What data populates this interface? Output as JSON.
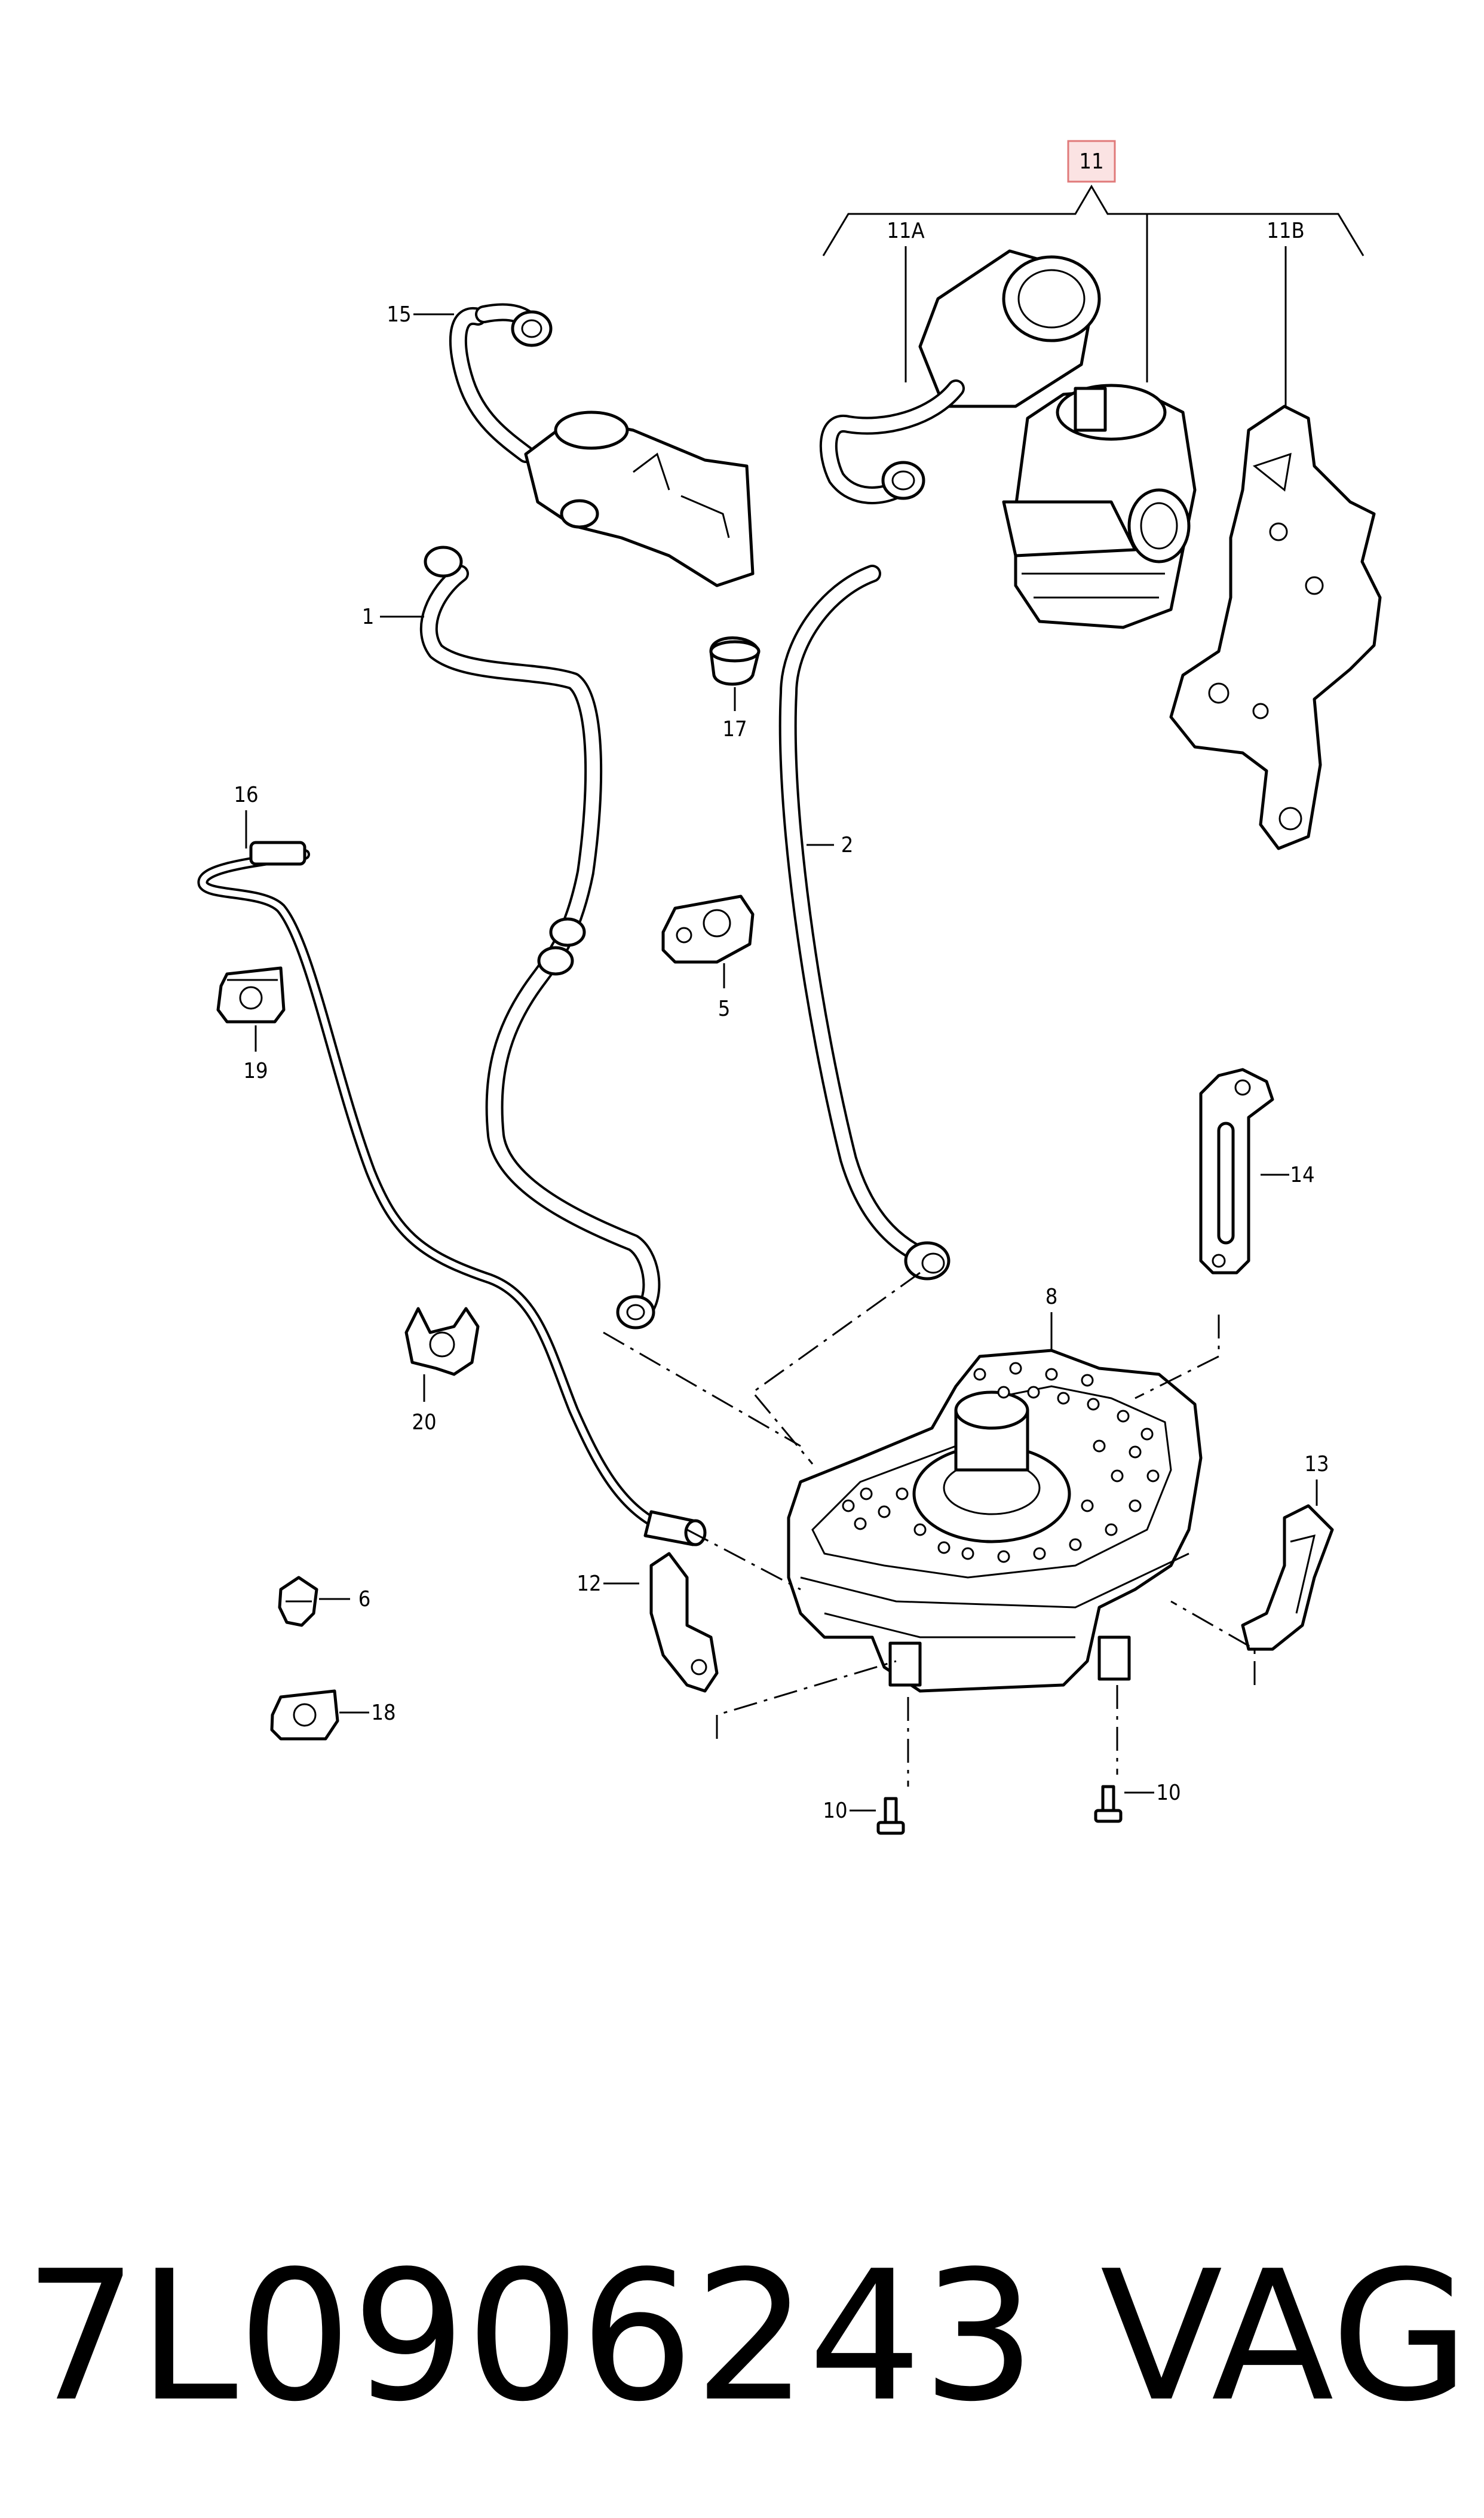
{
  "diagram": {
    "callouts": {
      "c11": "11",
      "c11a": "11A",
      "c11b": "11B",
      "c15": "15",
      "c1": "1",
      "c17": "17",
      "c2": "2",
      "c16": "16",
      "c19": "19",
      "c5": "5",
      "c14": "14",
      "c8": "8",
      "c20": "20",
      "c13": "13",
      "c12": "12",
      "c6": "6",
      "c18": "18",
      "c10a": "10",
      "c10b": "10"
    },
    "highlight_color": "#e07a7a"
  },
  "footer": {
    "part_number": "7L0906243",
    "brand": "VAG"
  }
}
